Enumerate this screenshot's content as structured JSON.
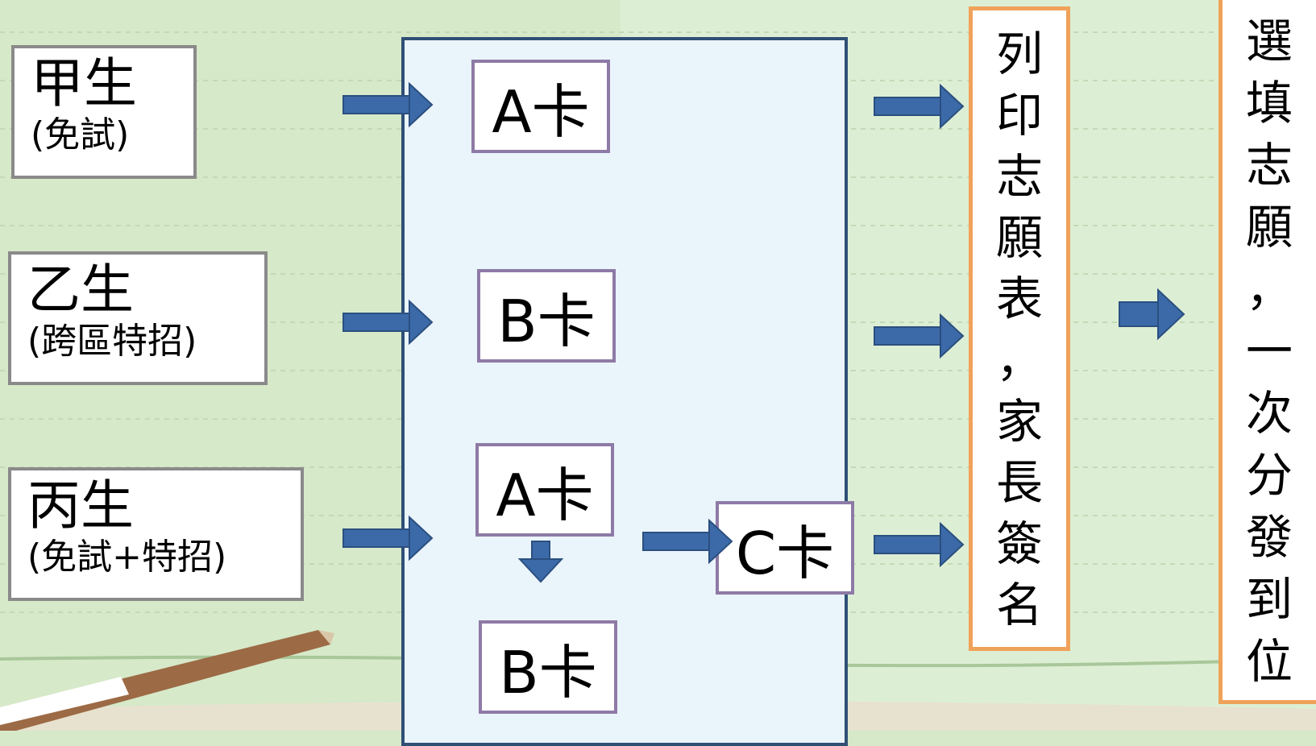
{
  "students": [
    {
      "name": "甲生",
      "sub": "(免試)"
    },
    {
      "name": "乙生",
      "sub": "(跨區特招)"
    },
    {
      "name": "丙生",
      "sub": "(免試+特招)"
    }
  ],
  "cards": {
    "a1": "A卡",
    "b1": "B卡",
    "a2": "A卡",
    "b2": "B卡",
    "c": "C卡"
  },
  "print_box": [
    "列",
    "印",
    "志",
    "願",
    "表",
    "，",
    "家",
    "長",
    "簽",
    "名"
  ],
  "final_box": [
    "選",
    "填",
    "志",
    "願",
    "，",
    "一",
    "次",
    "分",
    "發",
    "到",
    "位"
  ],
  "colors": {
    "arrow": "#3c6aa8",
    "panel_border": "#2f4f75",
    "orange_border": "#f0a25a",
    "card_border": "#8e7aa6"
  }
}
